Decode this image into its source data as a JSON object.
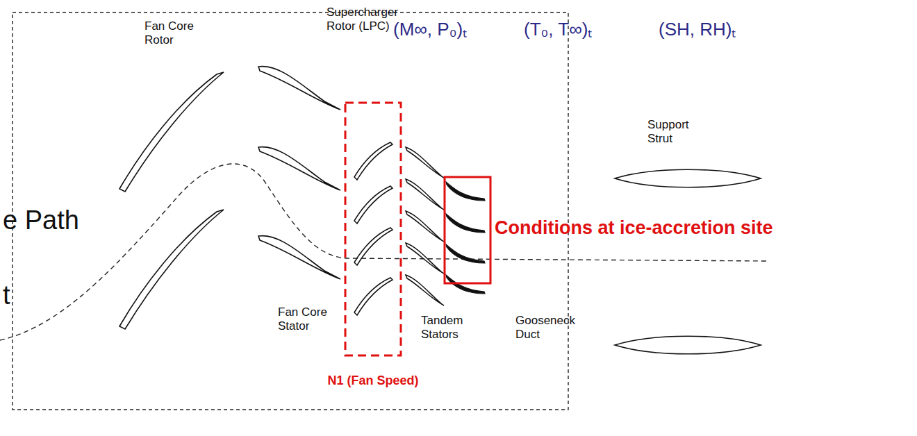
{
  "diagram": {
    "labels": [
      "Fan Core Rotor",
      "Supercharger Rotor (LPC)",
      "(M∞, P₀)ₜ",
      "(T₀, T∞)ₜ",
      "(SH, RH)ₜ",
      "Support Strut",
      "Conditions at ice-accretion site",
      "e Path",
      "t",
      "Fan Core Stator",
      "Tandem Stators",
      "Gooseneck Duct",
      "N1 (Fan Speed)"
    ]
  }
}
